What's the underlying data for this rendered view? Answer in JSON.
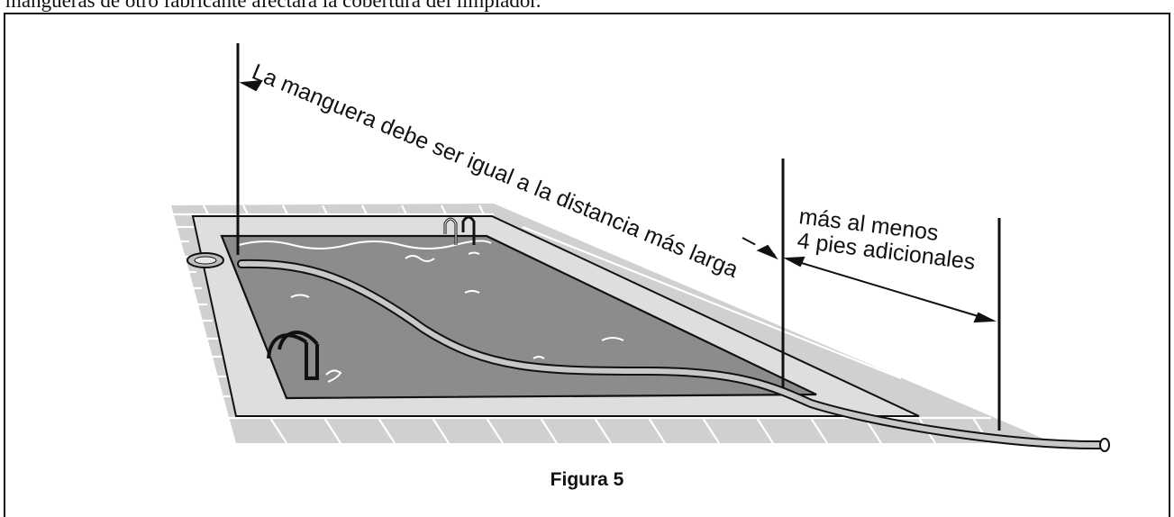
{
  "top_text": "mangueras de otro fabricante afectará la cobertura del limpiador.",
  "labels": {
    "long_distance": "La manguera debe ser igual a la distancia más larga",
    "extra_line1": "más al menos",
    "extra_line2": "4 pies adicionales"
  },
  "caption": "Figura 5",
  "colors": {
    "water": "#8a8a8a",
    "deck": "#cfcfcf",
    "coping": "#dcdcdc",
    "ink": "#111111"
  }
}
